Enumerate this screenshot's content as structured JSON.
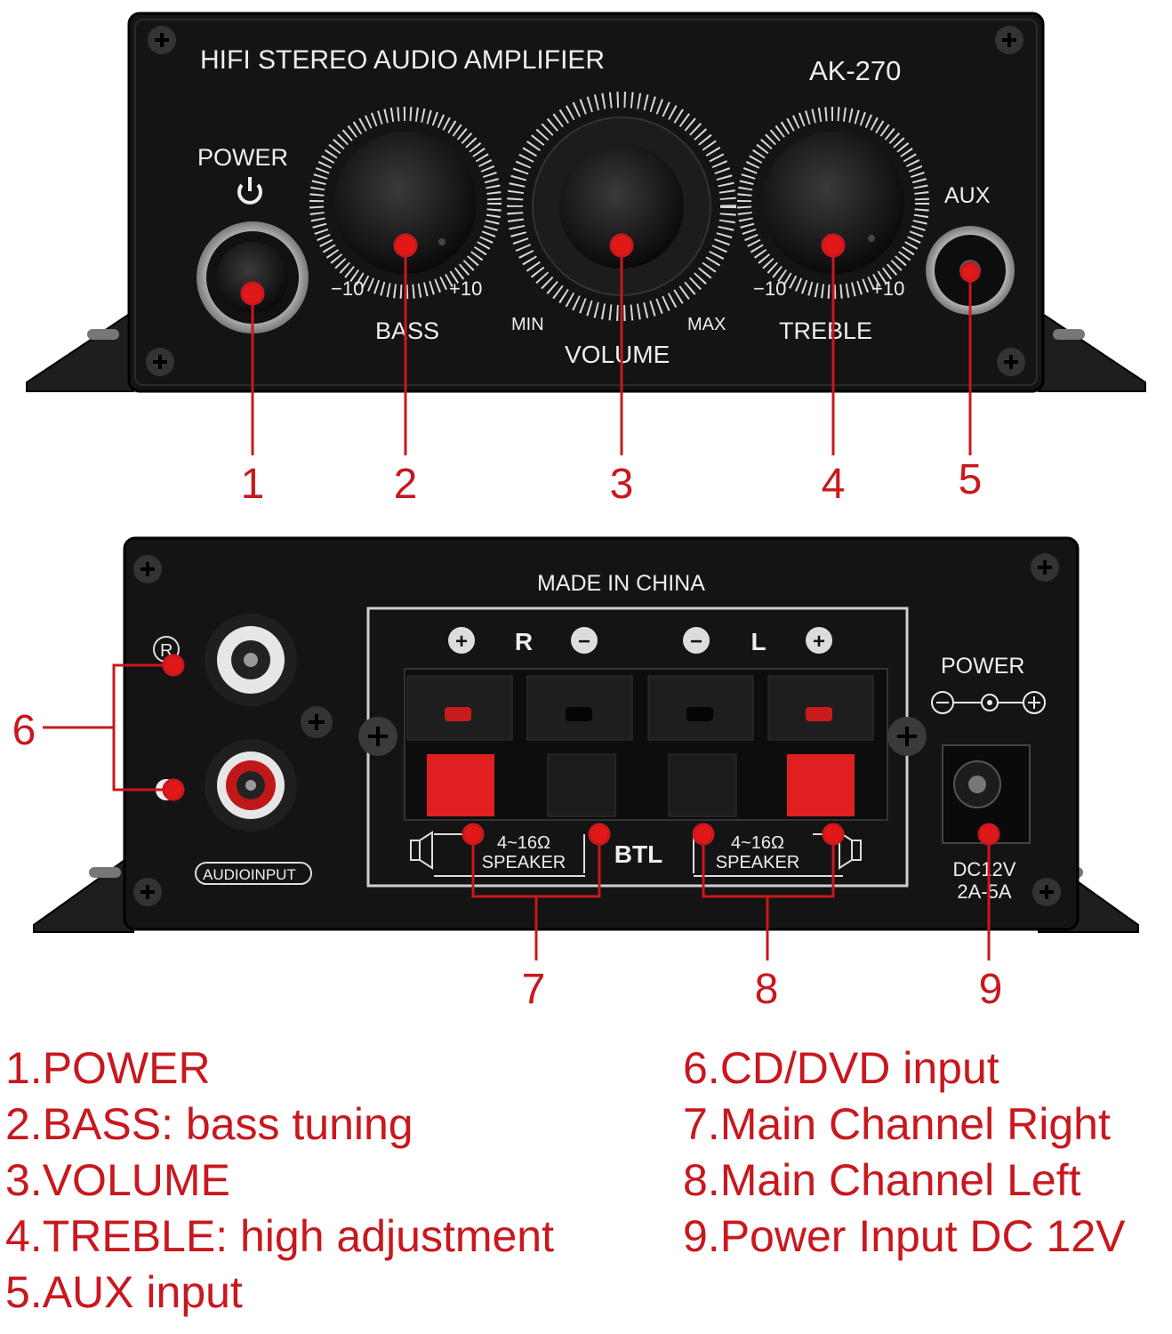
{
  "colors": {
    "callout_red": "#c8181e",
    "panel_black": "#141414",
    "panel_text": "#eeeeee",
    "terminal_red": "#e02020"
  },
  "front_panel": {
    "title": "HIFI STEREO AUDIO AMPLIFIER",
    "model": "AK-270",
    "power_label": "POWER",
    "power_icon": "power-symbol-icon",
    "bass_label": "BASS",
    "bass_min": "−10",
    "bass_max": "+10",
    "volume_label": "VOLUME",
    "volume_min": "MIN",
    "volume_max": "MAX",
    "treble_label": "TREBLE",
    "treble_min": "−10",
    "treble_max": "+10",
    "aux_label": "AUX"
  },
  "rear_panel": {
    "made_in": "MADE IN CHINA",
    "rca_r_label": "R",
    "audio_input_label": "AUDIOINPUT",
    "terminal_labels": [
      "+",
      "R",
      "−",
      "−",
      "L",
      "+"
    ],
    "speaker_spec_right": "4~16Ω",
    "speaker_word_right": "SPEAKER",
    "btl_label": "BTL",
    "speaker_spec_left": "4~16Ω",
    "speaker_word_left": "SPEAKER",
    "power_label": "POWER",
    "dc_rating": "DC12V",
    "current_rating": "2A-5A"
  },
  "callouts": [
    "1",
    "2",
    "3",
    "4",
    "5",
    "6",
    "7",
    "8",
    "9"
  ],
  "legend": {
    "left": [
      "1.POWER",
      "2.BASS: bass tuning",
      "3.VOLUME",
      "4.TREBLE: high adjustment",
      "5.AUX input"
    ],
    "right": [
      "6.CD/DVD input",
      "7.Main Channel Right",
      "8.Main Channel Left",
      "9.Power Input DC 12V"
    ]
  }
}
